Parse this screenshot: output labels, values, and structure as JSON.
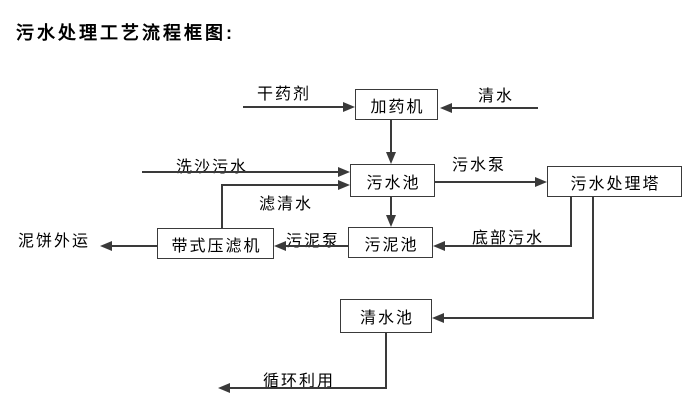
{
  "title": "污水处理工艺流程框图:",
  "colors": {
    "line": "#3a3a3a",
    "text": "#000000",
    "background": "#ffffff"
  },
  "nodes": {
    "dosing_machine": "加药机",
    "sewage_pool": "污水池",
    "treatment_tower": "污水处理塔",
    "sludge_pool": "污泥池",
    "belt_filter_press": "带式压滤机",
    "clean_water_pool": "清水池"
  },
  "flow_labels": {
    "dry_chemical": "干药剂",
    "clean_water": "清水",
    "sand_washing_sewage": "洗沙污水",
    "sewage_pump": "污水泵",
    "filtered_water": "滤清水",
    "sludge_pump": "污泥泵",
    "bottom_sewage": "底部污水",
    "mud_cake_outbound": "泥饼外运",
    "recycling": "循环利用"
  },
  "edges": [
    {
      "from": "external",
      "to": "dosing_machine",
      "label": "干药剂"
    },
    {
      "from": "external",
      "to": "dosing_machine",
      "label": "清水"
    },
    {
      "from": "dosing_machine",
      "to": "sewage_pool",
      "label": ""
    },
    {
      "from": "external",
      "to": "sewage_pool",
      "label": "洗沙污水"
    },
    {
      "from": "belt_filter_press",
      "to": "sewage_pool",
      "label": "滤清水"
    },
    {
      "from": "sewage_pool",
      "to": "treatment_tower",
      "label": "污水泵"
    },
    {
      "from": "sewage_pool",
      "to": "sludge_pool",
      "label": ""
    },
    {
      "from": "treatment_tower",
      "to": "sludge_pool",
      "label": "底部污水"
    },
    {
      "from": "sludge_pool",
      "to": "belt_filter_press",
      "label": "污泥泵"
    },
    {
      "from": "belt_filter_press",
      "to": "external",
      "label": "泥饼外运"
    },
    {
      "from": "treatment_tower",
      "to": "clean_water_pool",
      "label": ""
    },
    {
      "from": "clean_water_pool",
      "to": "external",
      "label": "循环利用"
    }
  ]
}
